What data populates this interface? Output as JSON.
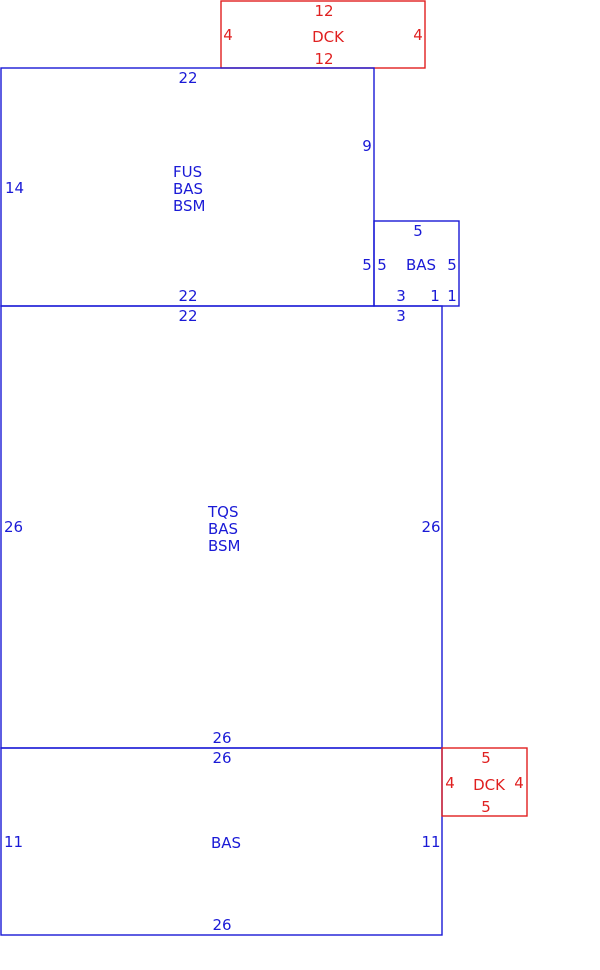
{
  "colors": {
    "structure": "#1a1ad6",
    "deck": "#e02020",
    "background": "#ffffff"
  },
  "deck_top": {
    "label": "DCK",
    "top": "12",
    "bottom": "12",
    "left": "4",
    "right": "4"
  },
  "fus_block": {
    "codes": [
      "FUS",
      "BAS",
      "BSM"
    ],
    "top": "22",
    "bottom": "22",
    "left": "14",
    "right": "9"
  },
  "bas_small": {
    "label": "BAS",
    "top": "5",
    "left": "5",
    "right": "5",
    "left_outer": "5",
    "bottom_a": "3",
    "bottom_b": "1",
    "bottom_c": "1"
  },
  "tqs_block": {
    "codes": [
      "TQS",
      "BAS",
      "BSM"
    ],
    "top": "22",
    "top_right": "3",
    "bottom": "26",
    "left": "26",
    "right": "26"
  },
  "bas_bottom": {
    "label": "BAS",
    "top": "26",
    "bottom": "26",
    "left": "11",
    "right": "11"
  },
  "deck_right": {
    "label": "DCK",
    "top": "5",
    "bottom": "5",
    "left": "4",
    "right": "4"
  }
}
